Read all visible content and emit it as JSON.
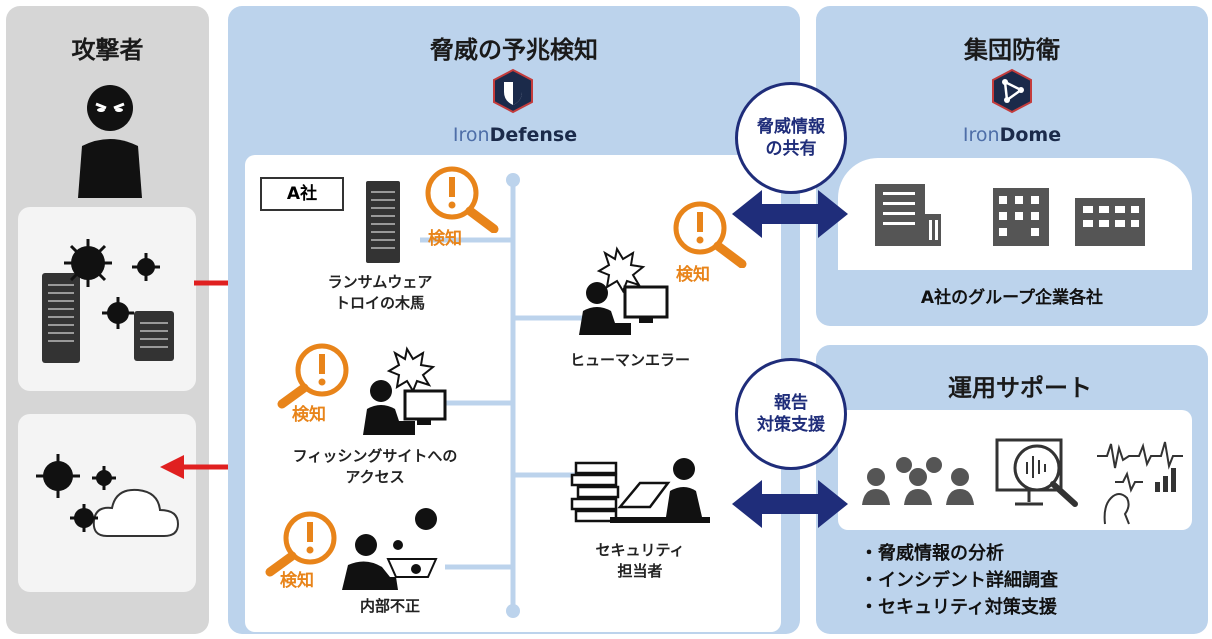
{
  "attacker": {
    "title": "攻撃者"
  },
  "detection": {
    "title": "脅威の予兆検知",
    "logo_prefix": "Iron",
    "logo_suffix": "Defense",
    "company_tag": "A社",
    "threats": {
      "ransomware_line1": "ランサムウェア",
      "ransomware_line2": "トロイの木馬",
      "phishing_line1": "フィッシングサイトへの",
      "phishing_line2": "アクセス",
      "insider": "内部不正",
      "human_error": "ヒューマンエラー",
      "security_staff_line1": "セキュリティ",
      "security_staff_line2": "担当者"
    },
    "detect_label": "検知"
  },
  "collective": {
    "title": "集団防衛",
    "logo_prefix": "Iron",
    "logo_suffix": "Dome",
    "group_label": "A社のグループ企業各社",
    "share_line1": "脅威情報",
    "share_line2": "の共有"
  },
  "support": {
    "title": "運用サポート",
    "report_line1": "報告",
    "report_line2": "対策支援",
    "bullets": [
      "・脅威情報の分析",
      "・インシデント詳細調査",
      "・セキュリティ対策支援"
    ]
  },
  "colors": {
    "accent_orange": "#e8841a",
    "navy": "#1f2d7a",
    "arrow_red": "#e02020",
    "panel_blue": "#bcd3ec",
    "panel_gray": "#d6d6d6"
  }
}
